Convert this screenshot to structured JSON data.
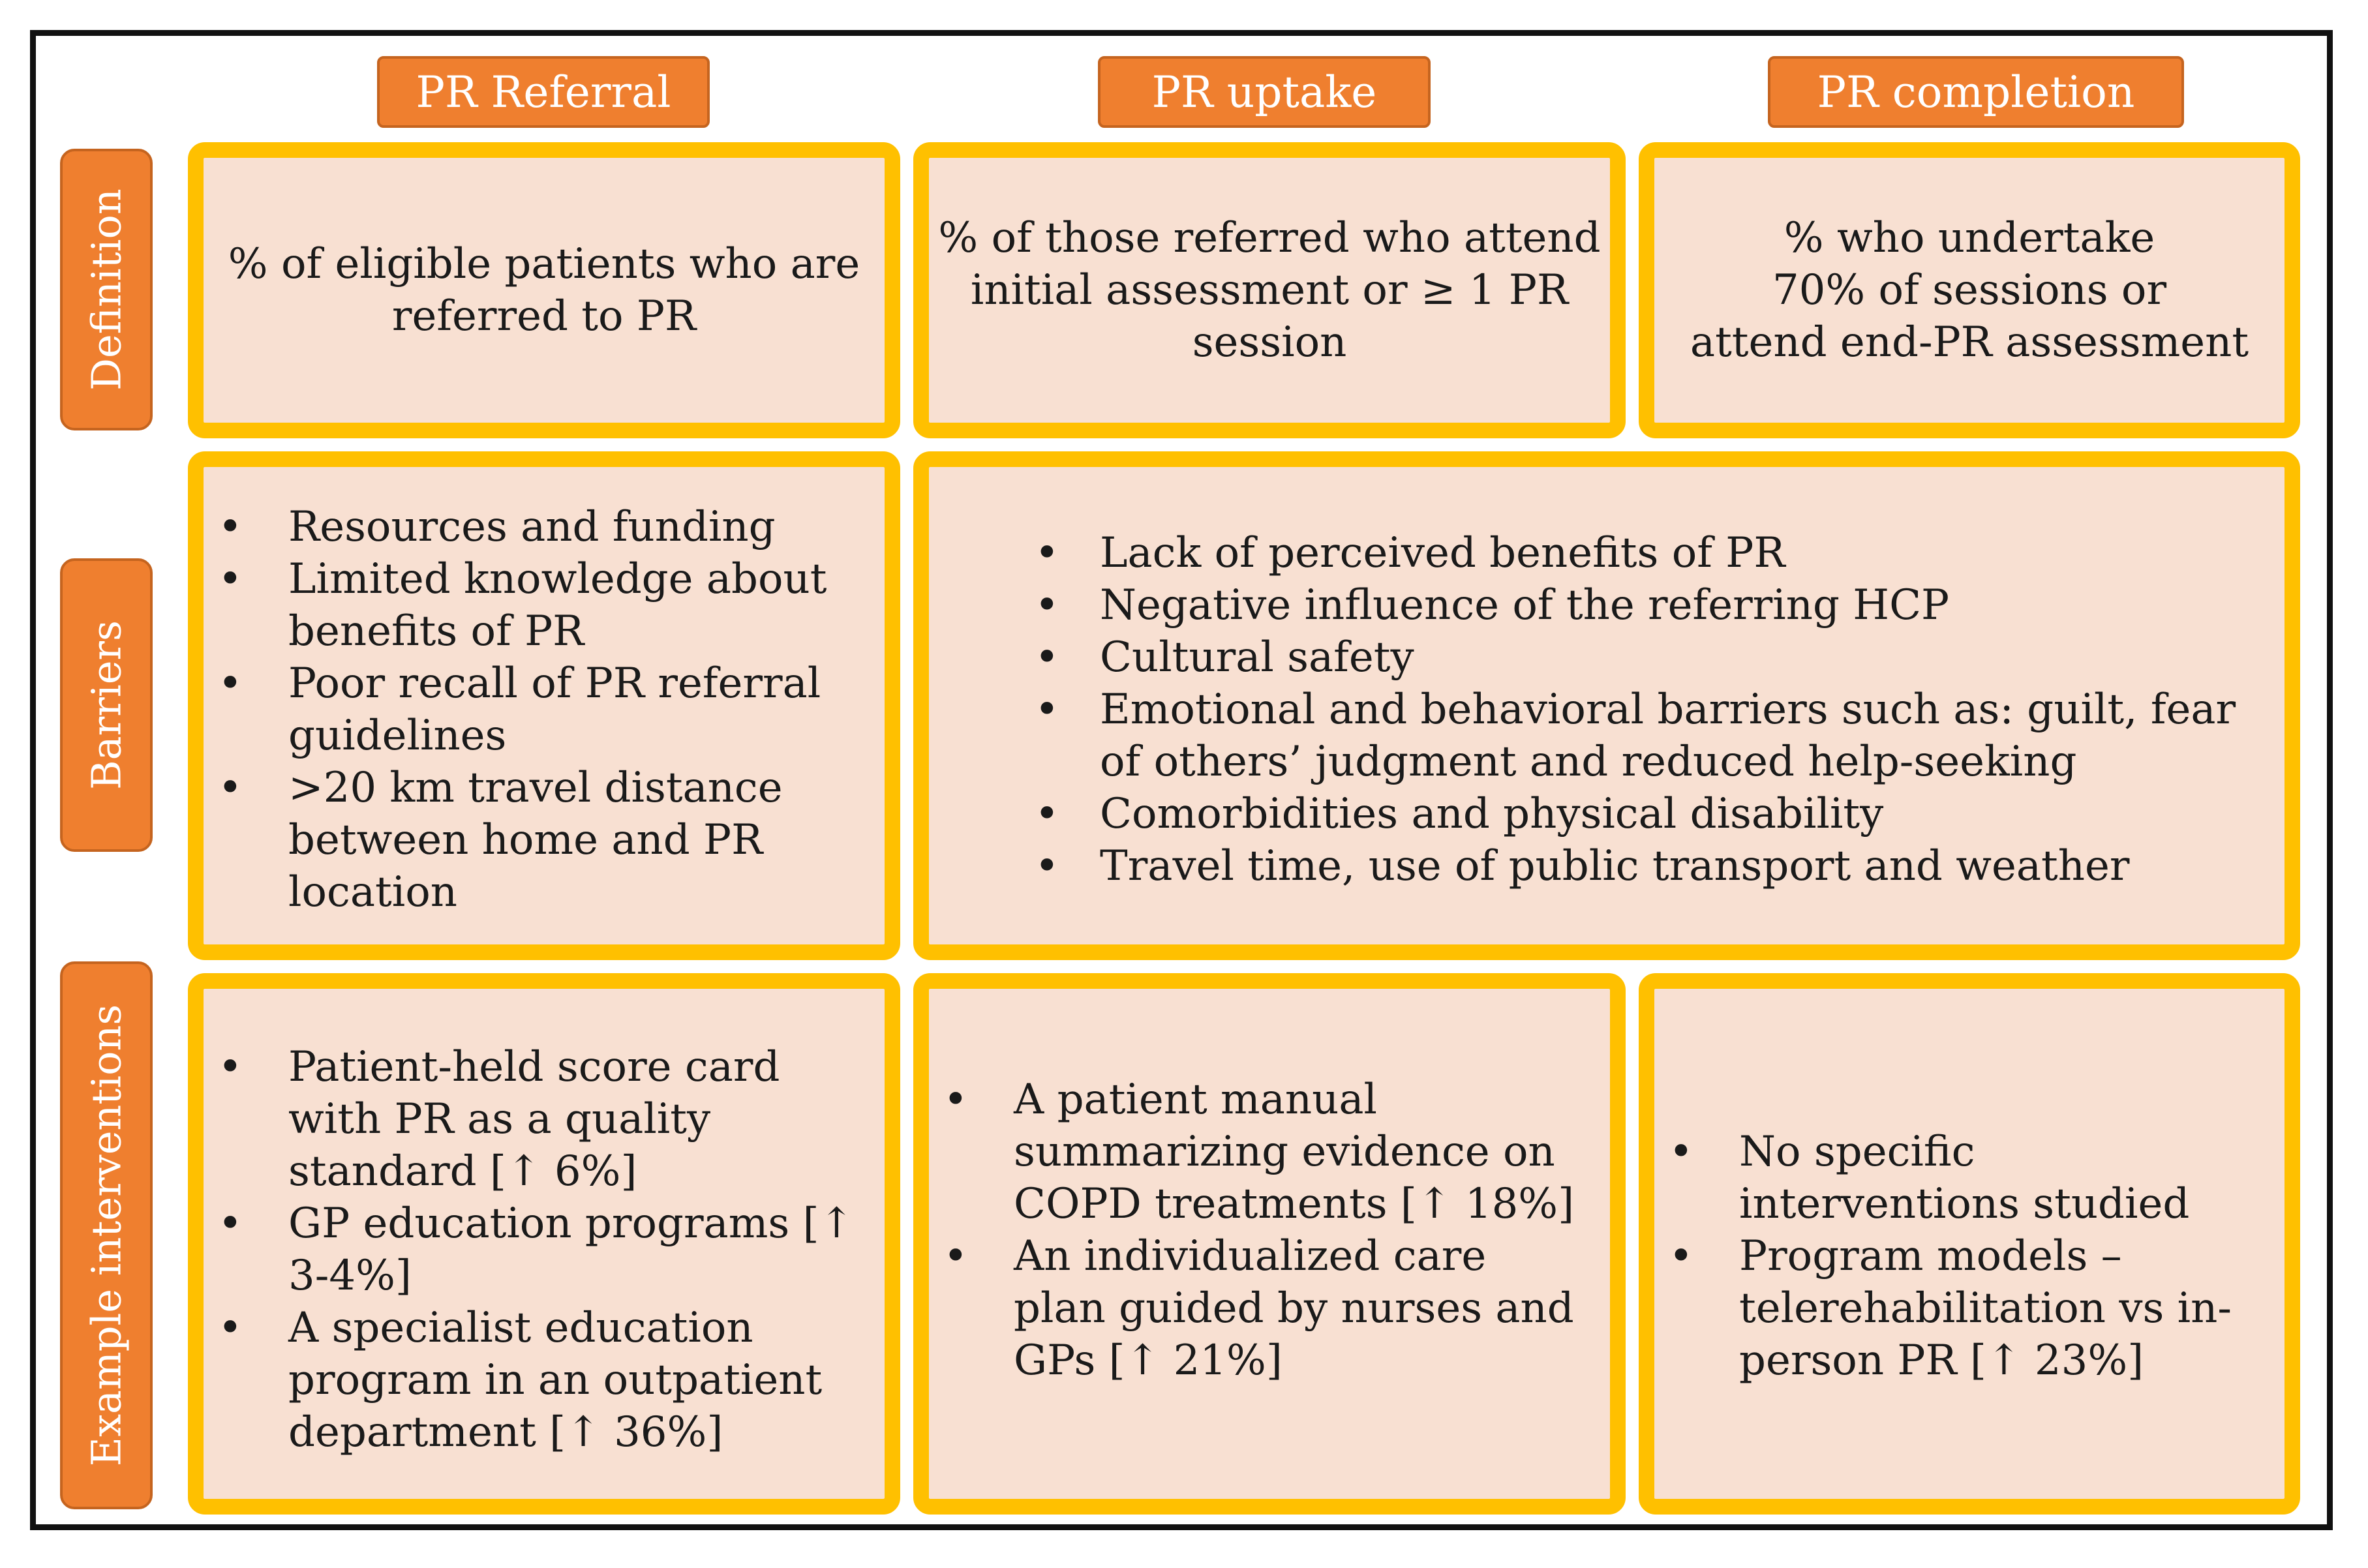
{
  "column_headers": {
    "referral": "PR Referral",
    "uptake": "PR uptake",
    "completion": "PR completion"
  },
  "row_headers": {
    "definition": "Definition",
    "barriers": "Barriers",
    "interventions": "Example interventions"
  },
  "definitions": {
    "referral": "% of eligible patients who are\nreferred to PR",
    "uptake": "% of those referred who attend\ninitial assessment or ≥ 1 PR\nsession",
    "completion": "% who undertake\n70% of sessions or\nattend end-PR assessment"
  },
  "barriers": {
    "referral": [
      "Resources and funding",
      "Limited knowledge about benefits of PR",
      "Poor recall of PR referral guidelines",
      ">20 km travel distance between home and PR location"
    ],
    "uptake_completion": [
      "Lack of perceived benefits of PR",
      "Negative influence of the referring HCP",
      "Cultural safety",
      "Emotional and behavioral barriers such as: guilt, fear of others’ judgment and reduced help-seeking",
      "Comorbidities and physical disability",
      "Travel time, use of public transport and weather"
    ]
  },
  "interventions": {
    "referral": [
      "Patient-held score card with PR as a quality standard [↑ 6%]",
      "GP education programs [↑ 3-4%]",
      "A specialist education program in an outpatient department [↑ 36%]"
    ],
    "uptake": [
      "A patient manual summarizing evidence on COPD treatments [↑ 18%]",
      "An individualized care plan guided by nurses and GPs [↑ 21%]"
    ],
    "completion": [
      "No specific interventions studied",
      "Program models – telerehabilitation vs in-person PR [↑ 23%]"
    ]
  },
  "colors": {
    "header_fill": "#ef7f2f",
    "cell_border": "#ffc000",
    "cell_fill": "#f8e0d2"
  }
}
